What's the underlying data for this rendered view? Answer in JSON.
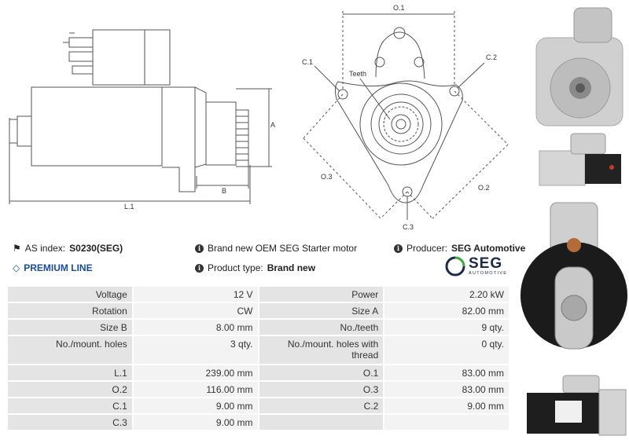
{
  "drawing": {
    "side_labels": {
      "A": "A",
      "B": "B",
      "L1": "L.1"
    },
    "front_labels": {
      "O1": "O.1",
      "O2": "O.2",
      "O3": "O.3",
      "C1": "C.1",
      "C2": "C.2",
      "C3": "C.3",
      "teeth": "Teeth"
    }
  },
  "info": {
    "as_index_label": "AS index:",
    "as_index_value": "S0230(SEG)",
    "premium": "PREMIUM LINE",
    "brand_note": "Brand new OEM SEG Starter motor",
    "product_type_label": "Product type:",
    "product_type_value": "Brand new",
    "producer_label": "Producer:",
    "producer_value": "SEG Automotive",
    "logo_name": "SEG",
    "logo_sub": "AUTOMOTIVE"
  },
  "specs": [
    {
      "l1": "Voltage",
      "v1": "12 V",
      "l2": "Power",
      "v2": "2.20 kW"
    },
    {
      "l1": "Rotation",
      "v1": "CW",
      "l2": "Size A",
      "v2": "82.00 mm"
    },
    {
      "l1": "Size B",
      "v1": "8.00 mm",
      "l2": "No./teeth",
      "v2": "9 qty."
    },
    {
      "l1": "No./mount. holes",
      "v1": "3 qty.",
      "l2": "No./mount. holes with thread",
      "v2": "0 qty."
    },
    {
      "l1": "L.1",
      "v1": "239.00 mm",
      "l2": "O.1",
      "v2": "83.00 mm"
    },
    {
      "l1": "O.2",
      "v1": "116.00 mm",
      "l2": "O.3",
      "v2": "83.00 mm"
    },
    {
      "l1": "C.1",
      "v1": "9.00 mm",
      "l2": "C.2",
      "v2": "9.00 mm"
    },
    {
      "l1": "C.3",
      "v1": "9.00 mm",
      "l2": "",
      "v2": ""
    }
  ],
  "colors": {
    "premium": "#1a4d9c",
    "seg_navy": "#1e2a4a",
    "seg_green": "#39a935",
    "label_bg": "#e4e4e4",
    "value_bg": "#f3f3f3"
  }
}
